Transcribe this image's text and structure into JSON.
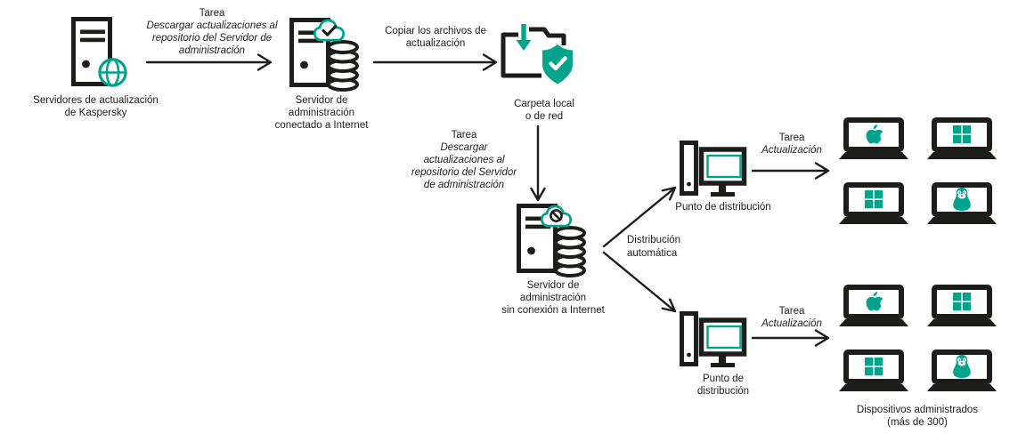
{
  "colors": {
    "accent": "#00a38b",
    "ink": "#1d1d1b",
    "background": "#ffffff"
  },
  "nodes": {
    "kaspersky_update_servers": {
      "label": [
        "Servidores de actualización",
        "de Kaspersky"
      ]
    },
    "admin_server_online": {
      "label": [
        "Servidor de",
        "administración",
        "conectado a Internet"
      ]
    },
    "local_folder": {
      "label": [
        "Carpeta local",
        "o de red"
      ]
    },
    "admin_server_offline": {
      "label": [
        "Servidor de",
        "administración",
        "sin conexión a Internet"
      ]
    },
    "distribution_point_top": {
      "label": [
        "Punto de distribución"
      ]
    },
    "distribution_point_bottom": {
      "label": [
        "Punto de",
        "distribución"
      ]
    },
    "managed_devices": {
      "label": [
        "Dispositivos administrados",
        "(más de 300)"
      ]
    }
  },
  "edges": {
    "task_download_online": {
      "title": "Tarea",
      "detail": [
        "Descargar actualizaciones al",
        "repositorio del Servidor de",
        "administración"
      ]
    },
    "copy_update_files": {
      "label": [
        "Copiar los archivos de",
        "actualización"
      ]
    },
    "task_download_offline": {
      "title": "Tarea",
      "detail": [
        "Descargar",
        "actualizaciones al",
        "repositorio del Servidor",
        "de administración"
      ]
    },
    "automatic_distribution": {
      "label": [
        "Distribución",
        "automática"
      ]
    },
    "task_update_top": {
      "title": "Tarea",
      "detail": "Actualización"
    },
    "task_update_bottom": {
      "title": "Tarea",
      "detail": "Actualización"
    }
  },
  "icons": {
    "server_tower": "server-tower-icon",
    "globe": "globe-icon",
    "cloud_check": "cloud-check-icon",
    "cloud_offline": "cloud-offline-icon",
    "database_stack": "database-stack-icon",
    "folder_download": "folder-download-icon",
    "shield_check": "shield-check-icon",
    "desktop_computer": "desktop-computer-icon",
    "laptop": "laptop-icon",
    "apple_logo": "apple-logo-icon",
    "windows_logo": "windows-logo-icon",
    "linux_penguin": "linux-penguin-icon",
    "arrow": "arrow-icon"
  },
  "devices": {
    "top_group": [
      "apple",
      "windows",
      "windows",
      "linux"
    ],
    "bottom_group": [
      "apple",
      "windows",
      "windows",
      "linux"
    ]
  }
}
